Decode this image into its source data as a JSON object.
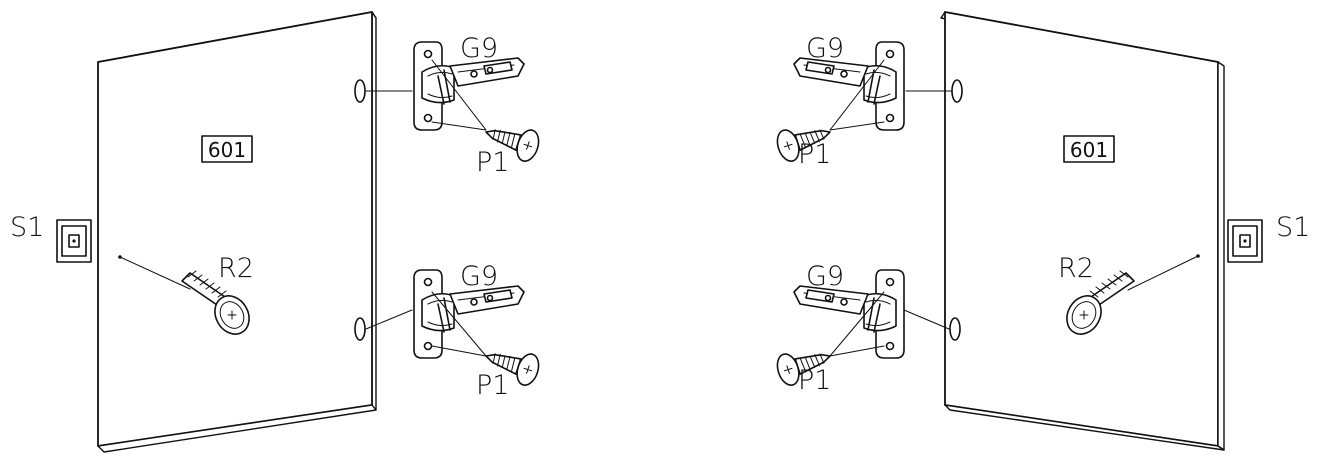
{
  "labels": {
    "panel_code": "601",
    "hinge": "G9",
    "hinge_screw": "P1",
    "handle_screw": "R2",
    "stopper": "S1"
  }
}
